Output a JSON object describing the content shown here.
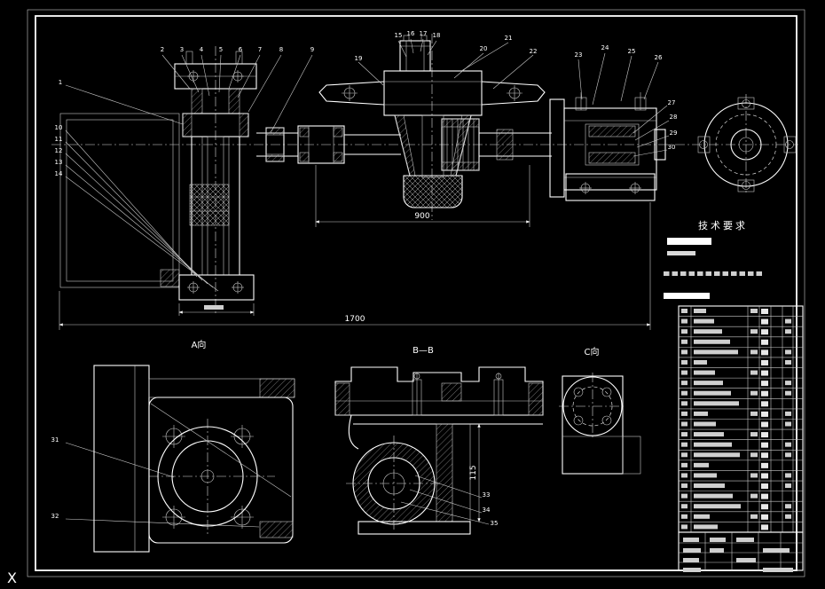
{
  "theme": {
    "background": "#000000",
    "line_color": "#ffffff"
  },
  "app": {
    "cursor_label": "X"
  },
  "drawing": {
    "labels": {
      "view_a": "A向",
      "view_b": "B—B",
      "view_c": "C向",
      "tech_req_title": "技术要求"
    },
    "dimensions": {
      "overall": "1700",
      "span": "900",
      "bb_vertical": "115"
    },
    "callouts": [
      "1",
      "2",
      "3",
      "4",
      "5",
      "6",
      "7",
      "8",
      "9",
      "10",
      "11",
      "12",
      "13",
      "14",
      "15",
      "16",
      "17",
      "18",
      "19",
      "20",
      "21",
      "22",
      "23",
      "24",
      "25",
      "26",
      "27",
      "28",
      "29",
      "30",
      "31",
      "32",
      "33",
      "34",
      "35"
    ]
  }
}
